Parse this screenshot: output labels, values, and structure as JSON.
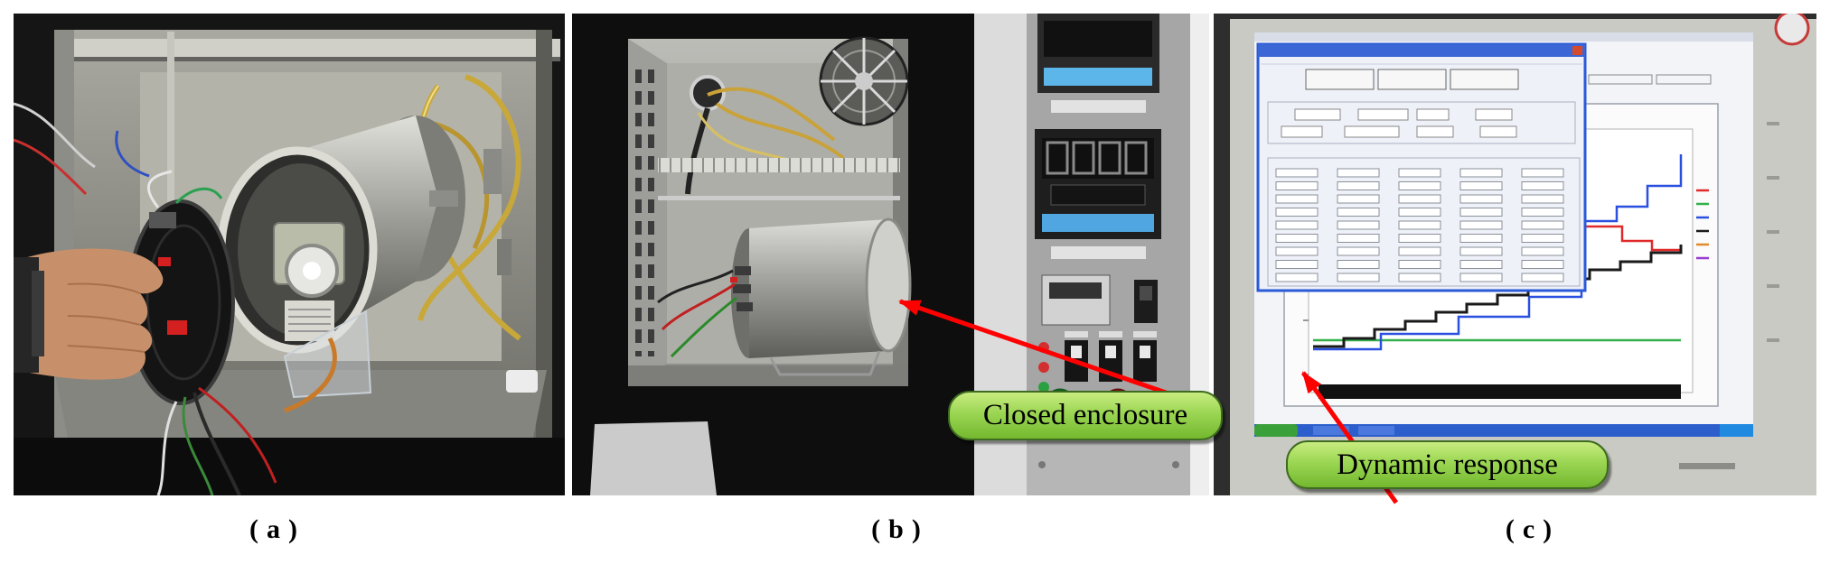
{
  "figure": {
    "panels": [
      {
        "label": "(a)"
      },
      {
        "label": "(b)"
      },
      {
        "label": "(c)"
      }
    ],
    "callouts": {
      "closed_enclosure": "Closed enclosure",
      "dynamic_response": "Dynamic response"
    }
  },
  "colors": {
    "callout_fill_top": "#c8ec80",
    "callout_fill_bottom": "#74b82f",
    "callout_border": "#3d6b1f",
    "arrow": "#ff0000"
  }
}
